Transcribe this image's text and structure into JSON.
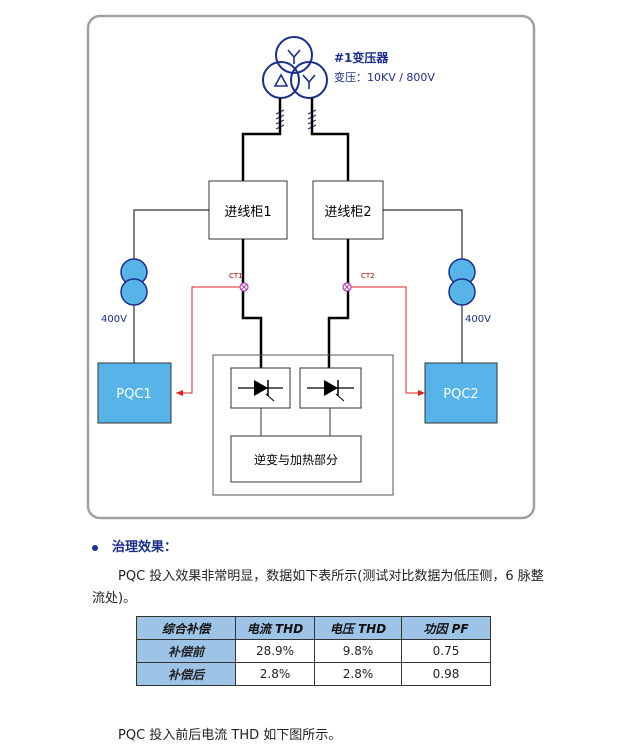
{
  "diagram": {
    "transformer_label": "#1变压器",
    "transformer_voltage": "变压：10KV / 800V",
    "cabinet1": "进线柜1",
    "cabinet2": "进线柜2",
    "ct1": "CT1",
    "ct2": "CT2",
    "voltage_left": "400V",
    "voltage_right": "400V",
    "pqc1": "PQC1",
    "pqc2": "PQC2",
    "inverter": "逆变与加热部分"
  },
  "section": {
    "heading": "治理效果：",
    "paragraph": "PQC 投入效果非常明显，数据如下表所示(测试对比数据为低压侧，6 脉整流处)。",
    "footer": "PQC 投入前后电流 THD 如下图所示。"
  },
  "table": {
    "headers": [
      "综合补偿",
      "电流 THD",
      "电压 THD",
      "功因 PF"
    ],
    "rows": [
      {
        "label": "补偿前",
        "cells": [
          "28.9%",
          "9.8%",
          "0.75"
        ]
      },
      {
        "label": "补偿后",
        "cells": [
          "2.8%",
          "2.8%",
          "0.98"
        ]
      }
    ]
  },
  "colors": {
    "frame": "#a0a0a0",
    "pqc_fill": "#56b4e9",
    "transformer": "#1a2e8c",
    "ct_line": "#e02020"
  }
}
